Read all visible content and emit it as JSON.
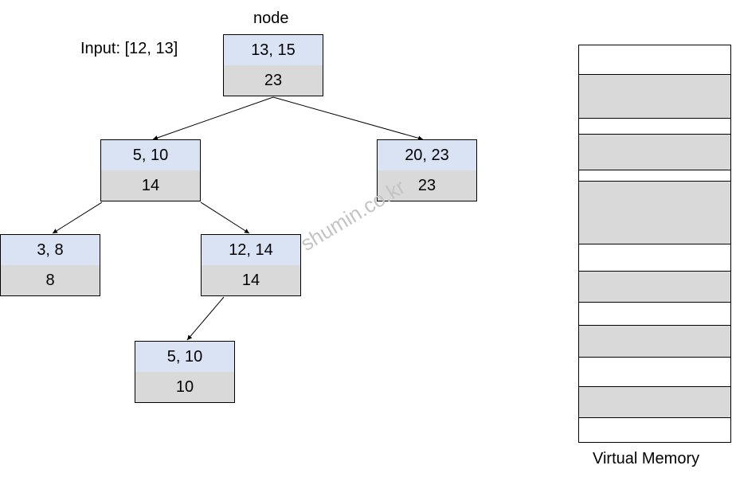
{
  "header_label": "node",
  "input_label": "Input: [12, 13]",
  "watermark": "shumin.co.kr",
  "memory_label": "Virtual Memory",
  "nodes": [
    {
      "id": "root",
      "range": "13, 15",
      "max": "23"
    },
    {
      "id": "left",
      "range": "5, 10",
      "max": "14"
    },
    {
      "id": "right",
      "range": "20, 23",
      "max": "23"
    },
    {
      "id": "left-left",
      "range": "3, 8",
      "max": "8"
    },
    {
      "id": "left-right",
      "range": "12, 14",
      "max": "14"
    },
    {
      "id": "left-right-left",
      "range": "5, 10",
      "max": "10"
    }
  ],
  "colors": {
    "interval_fill": "#dae3f3",
    "max_fill": "#d9d9d9",
    "memory_used_fill": "#d9d9d9",
    "edge": "#000000"
  }
}
